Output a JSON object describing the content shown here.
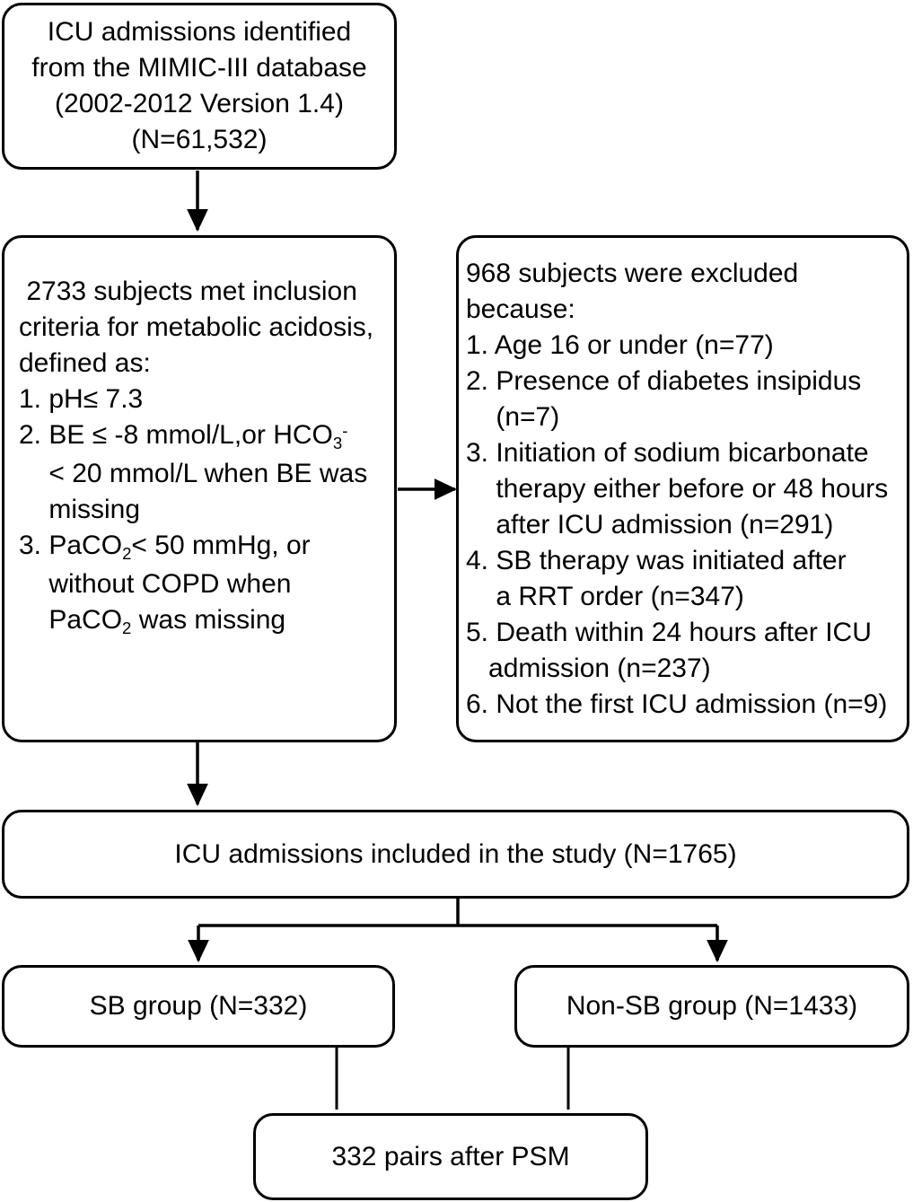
{
  "diagram": {
    "type": "flowchart",
    "title": "Study population selection flow diagram",
    "stroke_color": "#000000",
    "background_color": "#ffffff",
    "nodes": {
      "source": {
        "id": "source-cohort-box",
        "align": "center",
        "lines": [
          "ICU admissions identified",
          "from the MIMIC-III database",
          "(2002-2012 Version 1.4)",
          "(N=61,532)"
        ]
      },
      "inclusion": {
        "id": "inclusion-criteria-box",
        "align": "left",
        "lines": [
          " 2733 subjects met inclusion",
          "criteria for metabolic acidosis,",
          "defined as:",
          "1. pH≤ 7.3",
          "2. BE ≤ -8 mmol/L,or HCO₃⁻",
          "    < 20 mmol/L when BE was",
          "    missing",
          "3. PaCO₂< 50 mmHg, or",
          "    without COPD when",
          "    PaCO₂ was missing"
        ]
      },
      "exclusion": {
        "id": "exclusion-criteria-box",
        "align": "left",
        "lines": [
          "968 subjects were excluded",
          "because:",
          "1. Age 16 or under (n=77)",
          "2. Presence of diabetes insipidus",
          "    (n=7)",
          "3. Initiation of sodium bicarbonate",
          "    therapy either before or 48 hours",
          "    after ICU admission (n=291)",
          "4. SB therapy was initiated after",
          "    a RRT order (n=347)",
          "5. Death within 24 hours after ICU",
          "   admission (n=237)",
          "6. Not the first ICU admission (n=9)"
        ]
      },
      "included": {
        "id": "included-study-box",
        "align": "center",
        "lines": [
          "ICU admissions included in the study (N=1765)"
        ]
      },
      "sb_group": {
        "id": "sb-group-box",
        "align": "center",
        "lines": [
          "SB group (N=332)"
        ]
      },
      "non_sb_group": {
        "id": "non-sb-group-box",
        "align": "center",
        "lines": [
          "Non-SB group (N=1433)"
        ]
      },
      "psm": {
        "id": "psm-result-box",
        "align": "center",
        "lines": [
          "332 pairs after PSM"
        ]
      }
    },
    "edges": [
      {
        "name": "source-to-inclusion",
        "from": "source",
        "to": "inclusion",
        "direction": "down"
      },
      {
        "name": "inclusion-to-exclusion",
        "from": "inclusion",
        "to": "exclusion",
        "direction": "right"
      },
      {
        "name": "inclusion-to-included",
        "from": "inclusion",
        "to": "included",
        "direction": "down"
      },
      {
        "name": "included-to-sb-group",
        "from": "included",
        "to": "sb_group",
        "direction": "down-split-left"
      },
      {
        "name": "included-to-non-sb-group",
        "from": "included",
        "to": "non_sb_group",
        "direction": "down-split-right"
      },
      {
        "name": "sb-group-to-psm",
        "from": "sb_group",
        "to": "psm",
        "direction": "down"
      },
      {
        "name": "non-sb-group-to-psm",
        "from": "non_sb_group",
        "to": "psm",
        "direction": "down"
      }
    ],
    "counts": {
      "total_icu_admissions": "61,532",
      "met_inclusion": "2733",
      "excluded_total": "968",
      "excluded_age": "77",
      "excluded_diabetes_insipidus": "7",
      "excluded_sb_timing": "291",
      "excluded_after_rrt": "347",
      "excluded_early_death": "237",
      "excluded_not_first_admission": "9",
      "included_total": "1765",
      "sb_group": "332",
      "non_sb_group": "1433",
      "matched_pairs": "332"
    }
  }
}
